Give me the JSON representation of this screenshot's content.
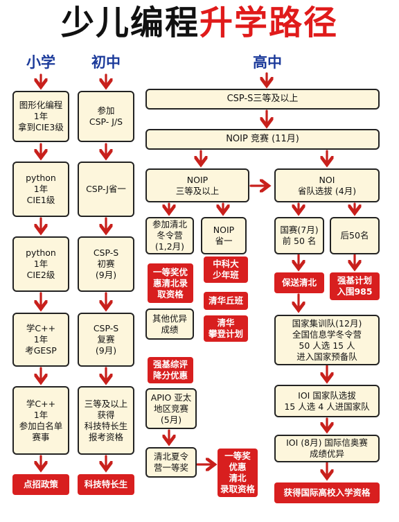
{
  "title": {
    "part1": "少儿编程",
    "part2": "升学路径"
  },
  "columns": {
    "primary": "小学",
    "middle": "初中",
    "high": "高中"
  },
  "primary": {
    "b1": "图形化编程\n1年\n拿到CIE3级",
    "b2": "python\n1年\nCIE1级",
    "b3": "python\n1年\nCIE2级",
    "b4": "学C++\n1年\n考GESP",
    "b5": "学C++\n1年\n参加白名单\n赛事",
    "result": "点招政策"
  },
  "middle": {
    "b1": "参加\nCSP- J/S",
    "b2": "CSP-J省一",
    "b3": "CSP-S\n初赛\n(9月)",
    "b4": "CSP-S\n复赛\n(9月)",
    "b5": "三等及以上\n获得\n科技特长生\n报考资格",
    "result": "科技特长生"
  },
  "high": {
    "csp": "CSP-S三等及以上",
    "noip": "NOIP 竞赛 (11月)",
    "noip3": "NOIP\n三等及以上",
    "noi": "NOI\n省队选拔 (4月)",
    "qinghua_camp": "参加清北\n冬令营\n(1,2月)",
    "noip_sheng1": "NOIP\n省一",
    "guosai": "国赛(7月)\n前 50 名",
    "hou50": "后50名",
    "red_yideng": "一等奖优\n惠清北录\n取资格",
    "red_zhongke": "中科大\n少年班",
    "red_qiuchengtong": "清华丘班",
    "red_pandeng": "清华\n攀登计划",
    "red_baosong": "保送清北",
    "red_qiangji985": "强基计划\n入围985",
    "qita": "其他优异\n成绩",
    "red_qiangji_zonghe": "强基综评\n降分优惠",
    "apio": "APIO 亚太\n地区竞赛\n(5月)",
    "jixundui": "国家集训队(12月)\n全国信息学冬令营\n50 人选 15 人\n进入国家预备队",
    "ioi_select": "IOI 国家队选拔\n15 人选 4 人进国家队",
    "xiaolingying": "清北夏令\n营一等奖",
    "red_yideng2": "一等奖\n优惠\n清北\n录取资格",
    "ioi": "IOI (8月) 国际信奥赛\n成绩优异",
    "red_ioi": "获得国际高校入学资格"
  },
  "colors": {
    "title_black": "#111111",
    "title_red": "#e01b1b",
    "heading_blue": "#1b3a9a",
    "box_fill": "#fdf6dc",
    "red": "#d81f1f",
    "arrow": "#c8201c"
  }
}
